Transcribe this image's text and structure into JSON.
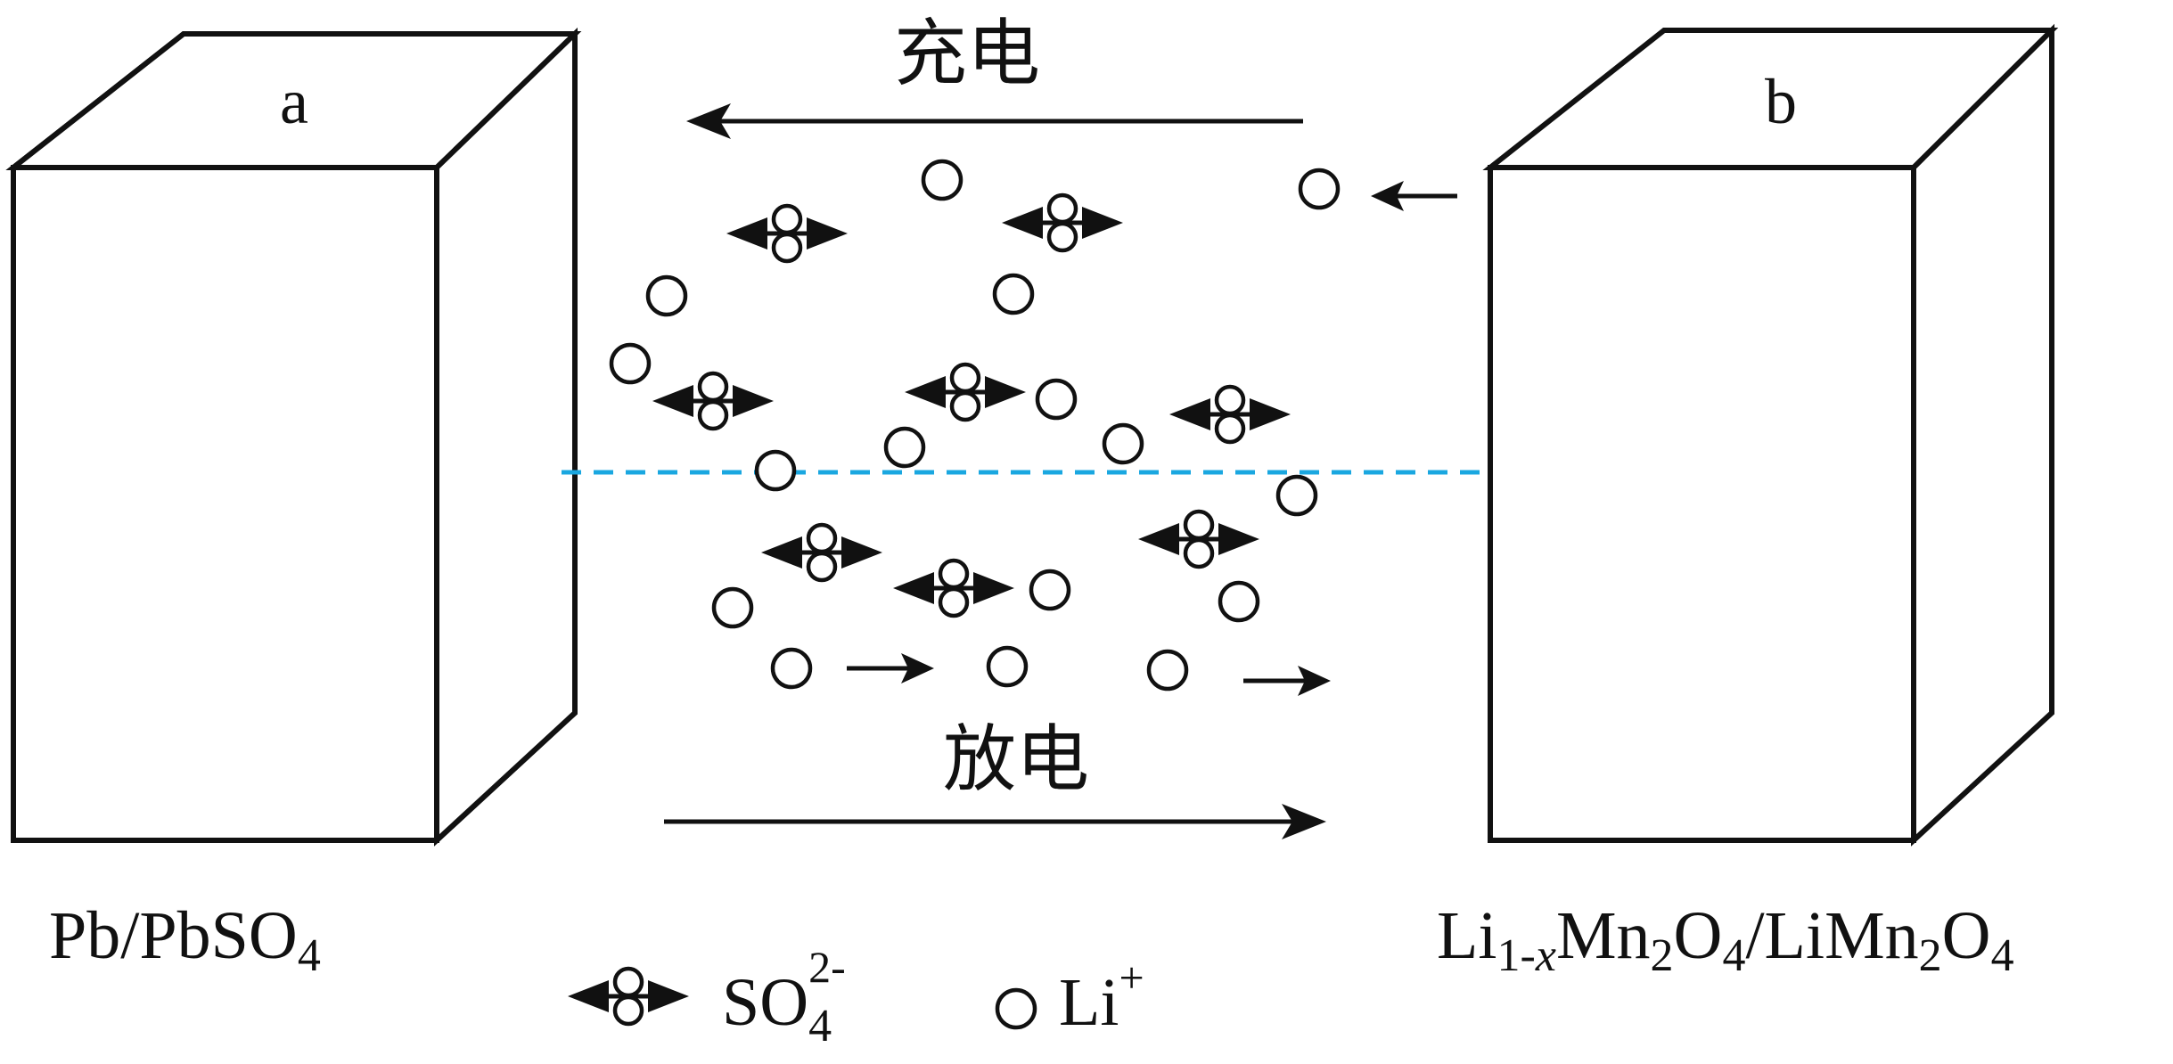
{
  "electrodes": {
    "a": {
      "letter": "a",
      "material_base": "Pb/PbSO",
      "material_sub": "4"
    },
    "b": {
      "letter": "b",
      "parts": [
        {
          "t": "Li",
          "sub": "1-"
        },
        {
          "t": "",
          "sub_italic": "x"
        },
        {
          "t": "Mn",
          "sub": "2"
        },
        {
          "t": "O",
          "sub": "4"
        },
        {
          "t": "/LiMn",
          "sub": "2"
        },
        {
          "t": "O",
          "sub": "4"
        }
      ]
    }
  },
  "process_labels": {
    "charge": "充电",
    "discharge": "放电"
  },
  "legend": {
    "sulfate": {
      "base": "SO",
      "sub": "4",
      "sup": "2-"
    },
    "lithium": {
      "base": "Li",
      "sup": "+"
    }
  },
  "colors": {
    "membrane": "#1aa7e0",
    "ink": "#111111"
  }
}
